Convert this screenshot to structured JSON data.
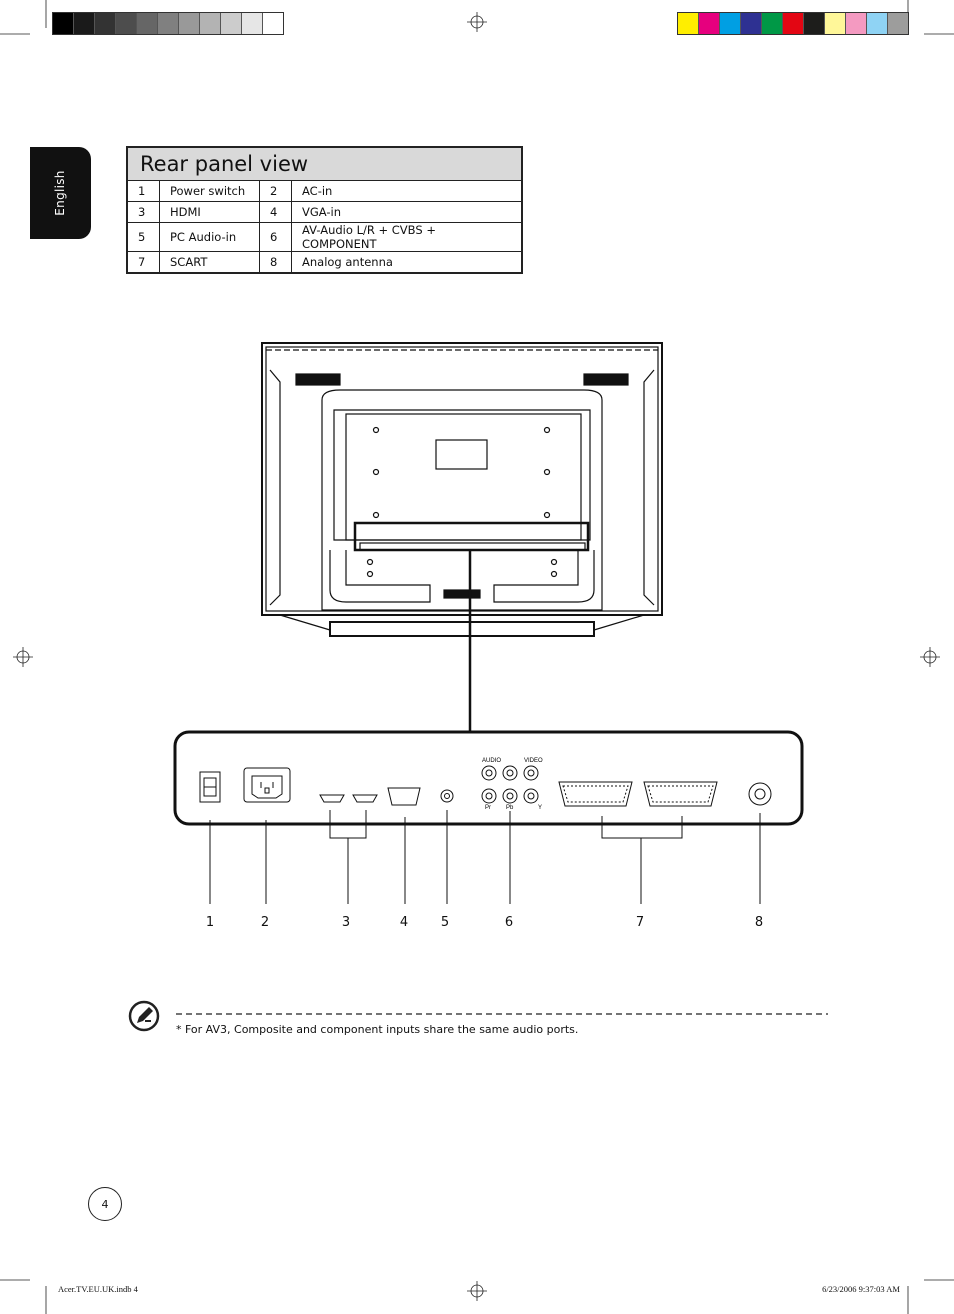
{
  "language_tab": "English",
  "rear_panel": {
    "title": "Rear panel view",
    "rows": [
      {
        "n1": "1",
        "l1": "Power switch",
        "n2": "2",
        "l2": "AC-in"
      },
      {
        "n1": "3",
        "l1": "HDMI",
        "n2": "4",
        "l2": "VGA-in"
      },
      {
        "n1": "5",
        "l1": "PC Audio-in",
        "n2": "6",
        "l2": "AV-Audio L/R + CVBS + COMPONENT"
      },
      {
        "n1": "7",
        "l1": "SCART",
        "n2": "8",
        "l2": "Analog antenna"
      }
    ]
  },
  "callouts": [
    "1",
    "2",
    "3",
    "4",
    "5",
    "6",
    "7",
    "8"
  ],
  "connector_labels": {
    "pr": "Pr",
    "pb": "Pb",
    "y": "Y",
    "audio": "AUDIO",
    "video": "VIDEO"
  },
  "note": {
    "icon": "note-pencil-icon",
    "text": "*  For AV3, Composite and component inputs share the same audio ports."
  },
  "page_number": "4",
  "footer": {
    "file": "Acer.TV.EU.UK.indb   4",
    "timestamp": "6/23/2006   9:37:03 AM"
  },
  "colors": {
    "grayscale_bar": [
      "#000000",
      "#1a1a1a",
      "#333333",
      "#4d4d4d",
      "#666666",
      "#808080",
      "#999999",
      "#b3b3b3",
      "#cccccc",
      "#e6e6e6",
      "#ffffff"
    ],
    "color_bar": [
      "#ffee00",
      "#e6007e",
      "#009fe3",
      "#2e3192",
      "#009846",
      "#e30613",
      "#1d1d1b",
      "#fff799",
      "#f49ac1",
      "#8fd3f4",
      "#9d9d9c"
    ]
  }
}
